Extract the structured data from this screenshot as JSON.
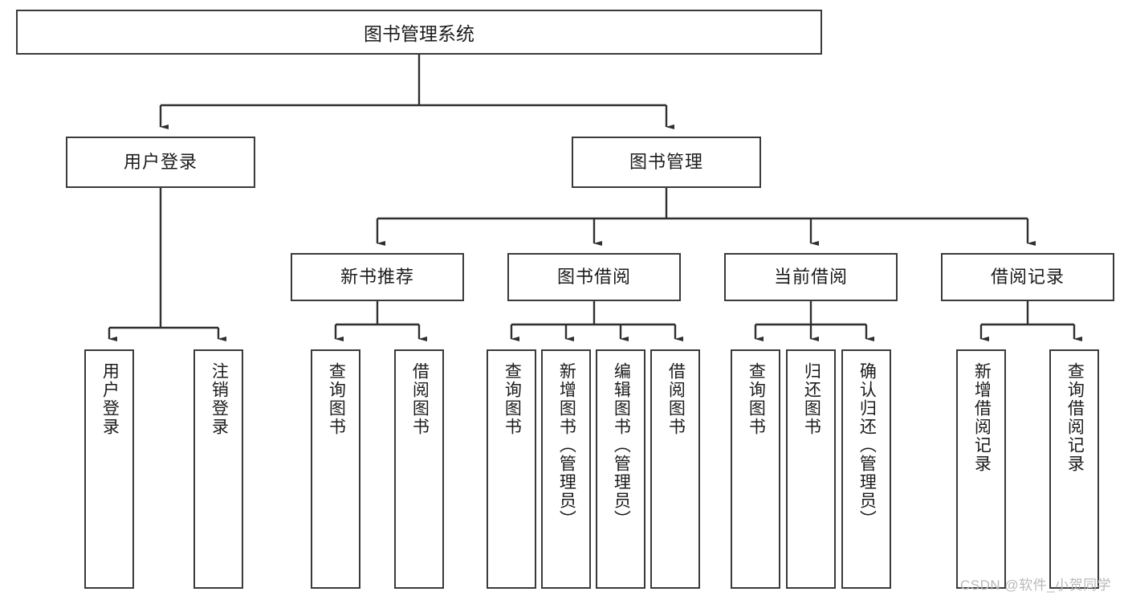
{
  "diagram": {
    "type": "tree",
    "title": "图书管理系统",
    "colors": {
      "box_border": "#3a3a3a",
      "box_fill": "#ffffff",
      "connector": "#2f2f2f",
      "text": "#1b1b1b",
      "watermark": "#b9b9b9"
    },
    "root": {
      "label": "图书管理系统"
    },
    "level2": [
      {
        "label": "用户登录"
      },
      {
        "label": "图书管理"
      }
    ],
    "level3": [
      {
        "label": "新书推荐"
      },
      {
        "label": "图书借阅"
      },
      {
        "label": "当前借阅"
      },
      {
        "label": "借阅记录"
      }
    ],
    "leaves": {
      "user_login": [
        {
          "label": "用户登录"
        },
        {
          "label": "注销登录"
        }
      ],
      "new_book": [
        {
          "label": "查询图书"
        },
        {
          "label": "借阅图书"
        }
      ],
      "borrow_book": [
        {
          "label": "查询图书"
        },
        {
          "label": "新增图书（管理员）"
        },
        {
          "label": "编辑图书（管理员）"
        },
        {
          "label": "借阅图书"
        }
      ],
      "current_borrow": [
        {
          "label": "查询图书"
        },
        {
          "label": "归还图书"
        },
        {
          "label": "确认归还（管理员）"
        }
      ],
      "borrow_record": [
        {
          "label": "新增借阅记录"
        },
        {
          "label": "查询借阅记录"
        }
      ]
    },
    "watermark": "CSDN @软件_小贺同学"
  }
}
